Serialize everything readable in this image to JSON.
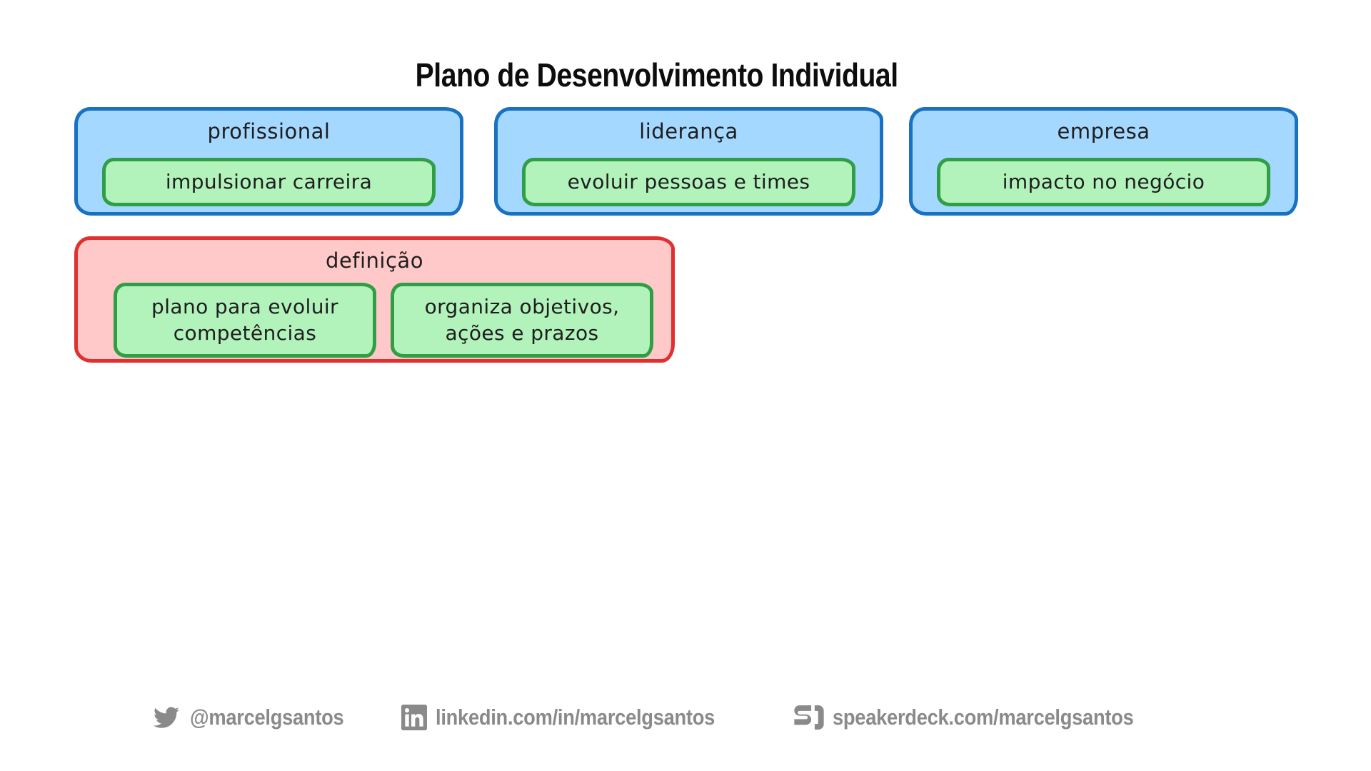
{
  "slide": {
    "title": "Plano de Desenvolvimento Individual"
  },
  "pillars": [
    {
      "label": "profissional",
      "goal": "impulsionar carreira"
    },
    {
      "label": "liderança",
      "goal": "evoluir pessoas e times"
    },
    {
      "label": "empresa",
      "goal": "impacto no negócio"
    }
  ],
  "definition": {
    "label": "definição",
    "items": [
      "plano para evoluir competências",
      "organiza objetivos, ações e prazos"
    ]
  },
  "footer": [
    {
      "icon": "twitter-icon",
      "text": "@marcelgsantos"
    },
    {
      "icon": "linkedin-icon",
      "text": "linkedin.com/in/marcelgsantos"
    },
    {
      "icon": "speakerdeck-icon",
      "text": "speakerdeck.com/marcelgsantos"
    }
  ],
  "colors": {
    "blue_border": "#1971c2",
    "blue_fill": "#a5d8ff",
    "green_border": "#2f9e44",
    "green_fill": "#b2f2bb",
    "red_border": "#e03131",
    "red_fill": "#ffc9c9",
    "ink": "#1e1e1e",
    "footer_gray": "#8a8a8a"
  }
}
